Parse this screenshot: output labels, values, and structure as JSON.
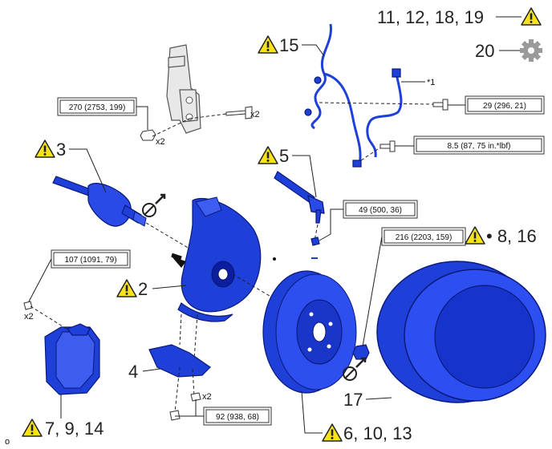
{
  "callouts": {
    "c1": "11, 12, 18, 19",
    "c2": "20",
    "c3": "15",
    "c4": "3",
    "c5": "5",
    "c6": "2",
    "c7": "4",
    "c8": "7, 9, 14",
    "c9": "6, 10, 13",
    "c10": "• 8, 16",
    "c11": "17"
  },
  "torque_specs": {
    "t1": "270 (2753, 199)",
    "t2": "29 (296, 21)",
    "t3": "8.5 (87, 75 in.*lbf)",
    "t4": "49 (500, 36)",
    "t5": "107 (1091, 79)",
    "t6": "216 (2203, 159)",
    "t7": "92 (938, 68)"
  },
  "labels": {
    "x2_a": "x2",
    "x2_b": "x2",
    "x2_c": "x2",
    "x2_d": "x2",
    "star1": "*1",
    "corner": "o"
  },
  "icons": [
    "warning-triangle-icon",
    "gear-icon",
    "do-not-reuse-icon"
  ],
  "colors": {
    "parts": "#1f3fd9",
    "warning_fill": "#f7e21b",
    "gear": "#9a9a9a"
  }
}
